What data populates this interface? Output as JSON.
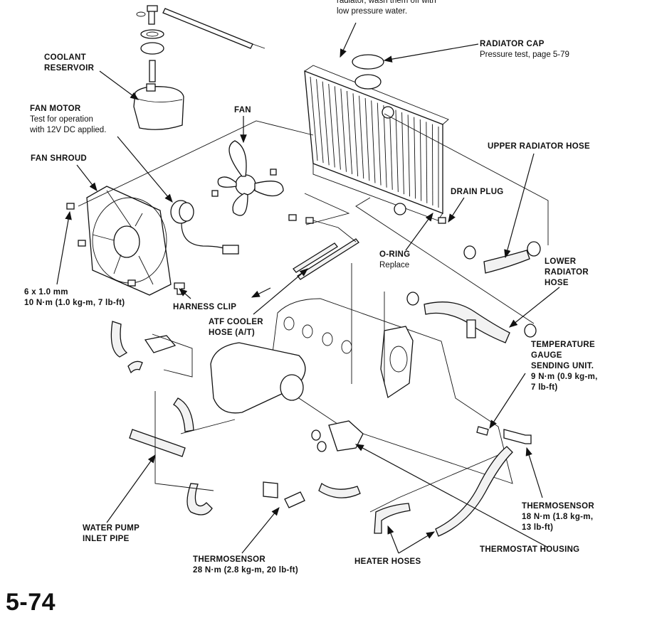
{
  "page": {
    "number": "5-74",
    "top_note": [
      "radiator, wash them off with",
      "low pressure water."
    ]
  },
  "labels": {
    "radiator_cap": {
      "title": "RADIATOR CAP",
      "sub": "Pressure test, page 5-79"
    },
    "coolant_reservoir": {
      "title_1": "COOLANT",
      "title_2": "RESERVOIR"
    },
    "fan_motor": {
      "title": "FAN MOTOR",
      "sub_1": "Test for operation",
      "sub_2": "with 12V DC applied."
    },
    "fan": {
      "title": "FAN"
    },
    "fan_shroud": {
      "title": "FAN SHROUD"
    },
    "upper_radiator_hose": {
      "title": "UPPER RADIATOR HOSE"
    },
    "drain_plug": {
      "title": "DRAIN PLUG"
    },
    "o_ring": {
      "title": "O-RING",
      "sub": "Replace"
    },
    "lower_radiator_hose": {
      "title_1": "LOWER",
      "title_2": "RADIATOR",
      "title_3": "HOSE"
    },
    "bolt_spec": {
      "line_1": "6 x 1.0 mm",
      "line_2": "10 N·m (1.0 kg-m, 7 lb-ft)"
    },
    "harness_clip": {
      "title": "HARNESS CLIP"
    },
    "atf_cooler_hose": {
      "title_1": "ATF COOLER",
      "title_2": "HOSE (A/T)"
    },
    "temp_gauge_sending_unit": {
      "title_1": "TEMPERATURE",
      "title_2": "GAUGE",
      "title_3": "SENDING UNIT.",
      "spec_1": "9 N·m (0.9 kg-m,",
      "spec_2": "7 lb-ft)"
    },
    "thermosensor_right": {
      "title": "THERMOSENSOR",
      "spec_1": "18 N·m (1.8 kg-m,",
      "spec_2": "13 lb-ft)"
    },
    "thermostat_housing": {
      "title": "THERMOSTAT HOUSING"
    },
    "water_pump_inlet_pipe": {
      "title_1": "WATER PUMP",
      "title_2": "INLET PIPE"
    },
    "thermosensor_bottom": {
      "title": "THERMOSENSOR",
      "spec": "28 N·m (2.8 kg-m, 20 lb-ft)"
    },
    "heater_hoses": {
      "title": "HEATER HOSES"
    }
  }
}
